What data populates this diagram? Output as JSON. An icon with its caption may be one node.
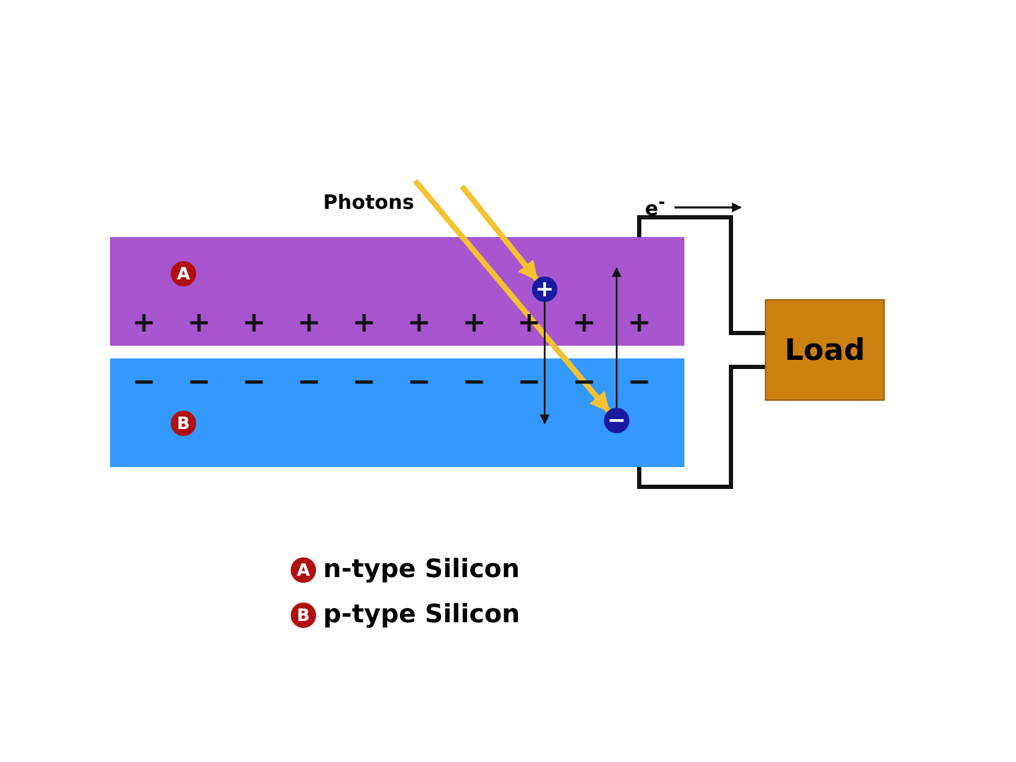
{
  "diagram": {
    "nodes": [
      {
        "text": [
          "A"
        ]
      },
      {
        "text": [
          "B"
        ]
      },
      {
        "text": [
          "+"
        ],
        "in": 0
      },
      {
        "text": [
          "−"
        ],
        "in": 1
      },
      {
        "text": [
          "Load"
        ]
      }
    ],
    "edges": [
      {
        "from": null,
        "to": 2,
        "arrow": "to",
        "color": "#f2c230"
      },
      {
        "from": null,
        "to": 3,
        "arrow": "to",
        "color": "#f2c230"
      },
      {
        "from": 2,
        "to": 1,
        "arrow": "to"
      },
      {
        "from": 3,
        "to": 0,
        "arrow": "to"
      },
      {
        "from": 0,
        "to": 4,
        "arrow": "none"
      },
      {
        "from": 1,
        "to": 4,
        "arrow": "none"
      }
    ],
    "labels": [
      "Photons",
      "e$^{-}$",
      "+",
      "+",
      "+",
      "+",
      "+",
      "+",
      "+",
      "+",
      "+",
      "+",
      "−",
      "−",
      "−",
      "−",
      "−",
      "−",
      "−",
      "−",
      "−",
      "−",
      "A",
      "B"
    ],
    "legend": [
      {
        "text": "n-type Silicon"
      },
      {
        "text": "p-type Silicon"
      }
    ]
  }
}
